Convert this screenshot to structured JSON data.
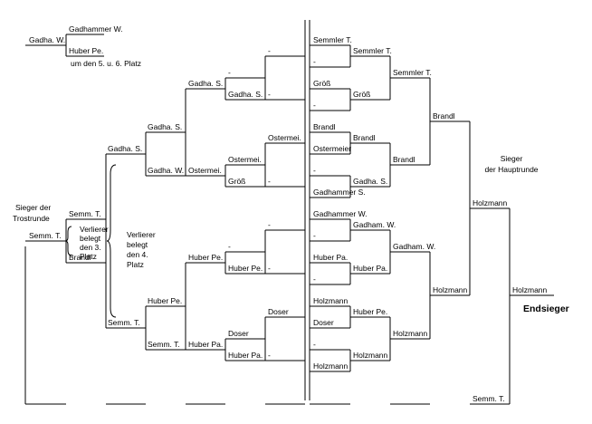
{
  "placement_5_6": {
    "left": "Gadha. W.",
    "right_top": "Gadhammer W.",
    "right_bottom": "Huber Pe.",
    "note": "um den 5. u. 6. Platz"
  },
  "main_left": {
    "r1": [
      "-",
      "-",
      "Ostermei.",
      "-",
      "-",
      "-",
      "Doser",
      "-"
    ],
    "r2": [
      "-",
      "Gadha. S.",
      "Ostermei.",
      "Größ",
      "-",
      "Huber Pe.",
      "Doser",
      "Huber Pa."
    ],
    "r3": [
      "Gadha. S.",
      "Ostermei.",
      "Huber Pe.",
      "Huber Pa."
    ],
    "r4": [
      "Gadha. S.",
      "Gadha. W.",
      "Huber Pe.",
      "Semm. T."
    ],
    "r5": [
      "Gadha. S.",
      "Semm. T."
    ]
  },
  "main_right": {
    "r1": [
      "Semmler T.",
      "-",
      "Größ",
      "-",
      "Brandl",
      "Ostermeier",
      "-",
      "Gadhammer S.",
      "Gadhammer W.",
      "-",
      "Huber Pa.",
      "-",
      "Holzmann",
      "Doser",
      "-",
      "Holzmann"
    ],
    "r2": [
      "Semmler T.",
      "Größ",
      "Brandl",
      "Gadha. S.",
      "Gadham. W.",
      "Huber Pa.",
      "Huber Pe.",
      "Holzmann"
    ],
    "r3": [
      "Semmler T.",
      "Brandl",
      "Gadham. W.",
      "Holzmann"
    ],
    "r4": [
      "Brandl",
      "Holzmann"
    ],
    "r5": "Holzmann",
    "main_winner_label": [
      "Sieger",
      "der Hauptrunde"
    ]
  },
  "trostrunde": {
    "label": [
      "Sieger der",
      "Trostrunde"
    ],
    "winner": "Semm. T.",
    "top": "Semm. T.",
    "bottom": "Brandl",
    "loser_note": [
      "Verlierer",
      "belegt",
      "den 3.",
      "Platz"
    ],
    "loser_note_4": [
      "Verlierer",
      "belegt",
      "den 4.",
      "Platz"
    ]
  },
  "final": {
    "top": "Holzmann",
    "bottom": "Semm. T.",
    "champion": "Holzmann",
    "champion_label": "Endsieger"
  }
}
